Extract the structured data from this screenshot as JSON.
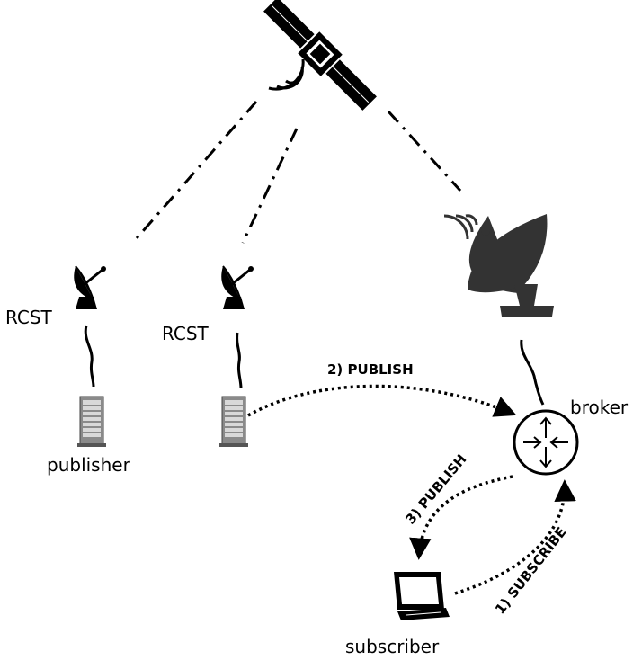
{
  "labels": {
    "rcst_left": "RCST",
    "rcst_middle": "RCST",
    "publisher": "publisher",
    "broker": "broker",
    "subscriber": "subscriber"
  },
  "arrows": {
    "publish_2": "2) PUBLISH",
    "publish_3": "3) PUBLISH",
    "subscribe_1": "1) SUBSCRIBE"
  },
  "icons": {
    "satellite": "satellite-icon",
    "dish_small": "satellite-dish-icon",
    "dish_large": "large-satellite-dish-icon",
    "server": "server-tower-icon",
    "router": "router-icon",
    "laptop": "laptop-icon"
  },
  "colors": {
    "ink": "#000000",
    "dish_dark": "#333333",
    "server_gray": "#888888"
  }
}
